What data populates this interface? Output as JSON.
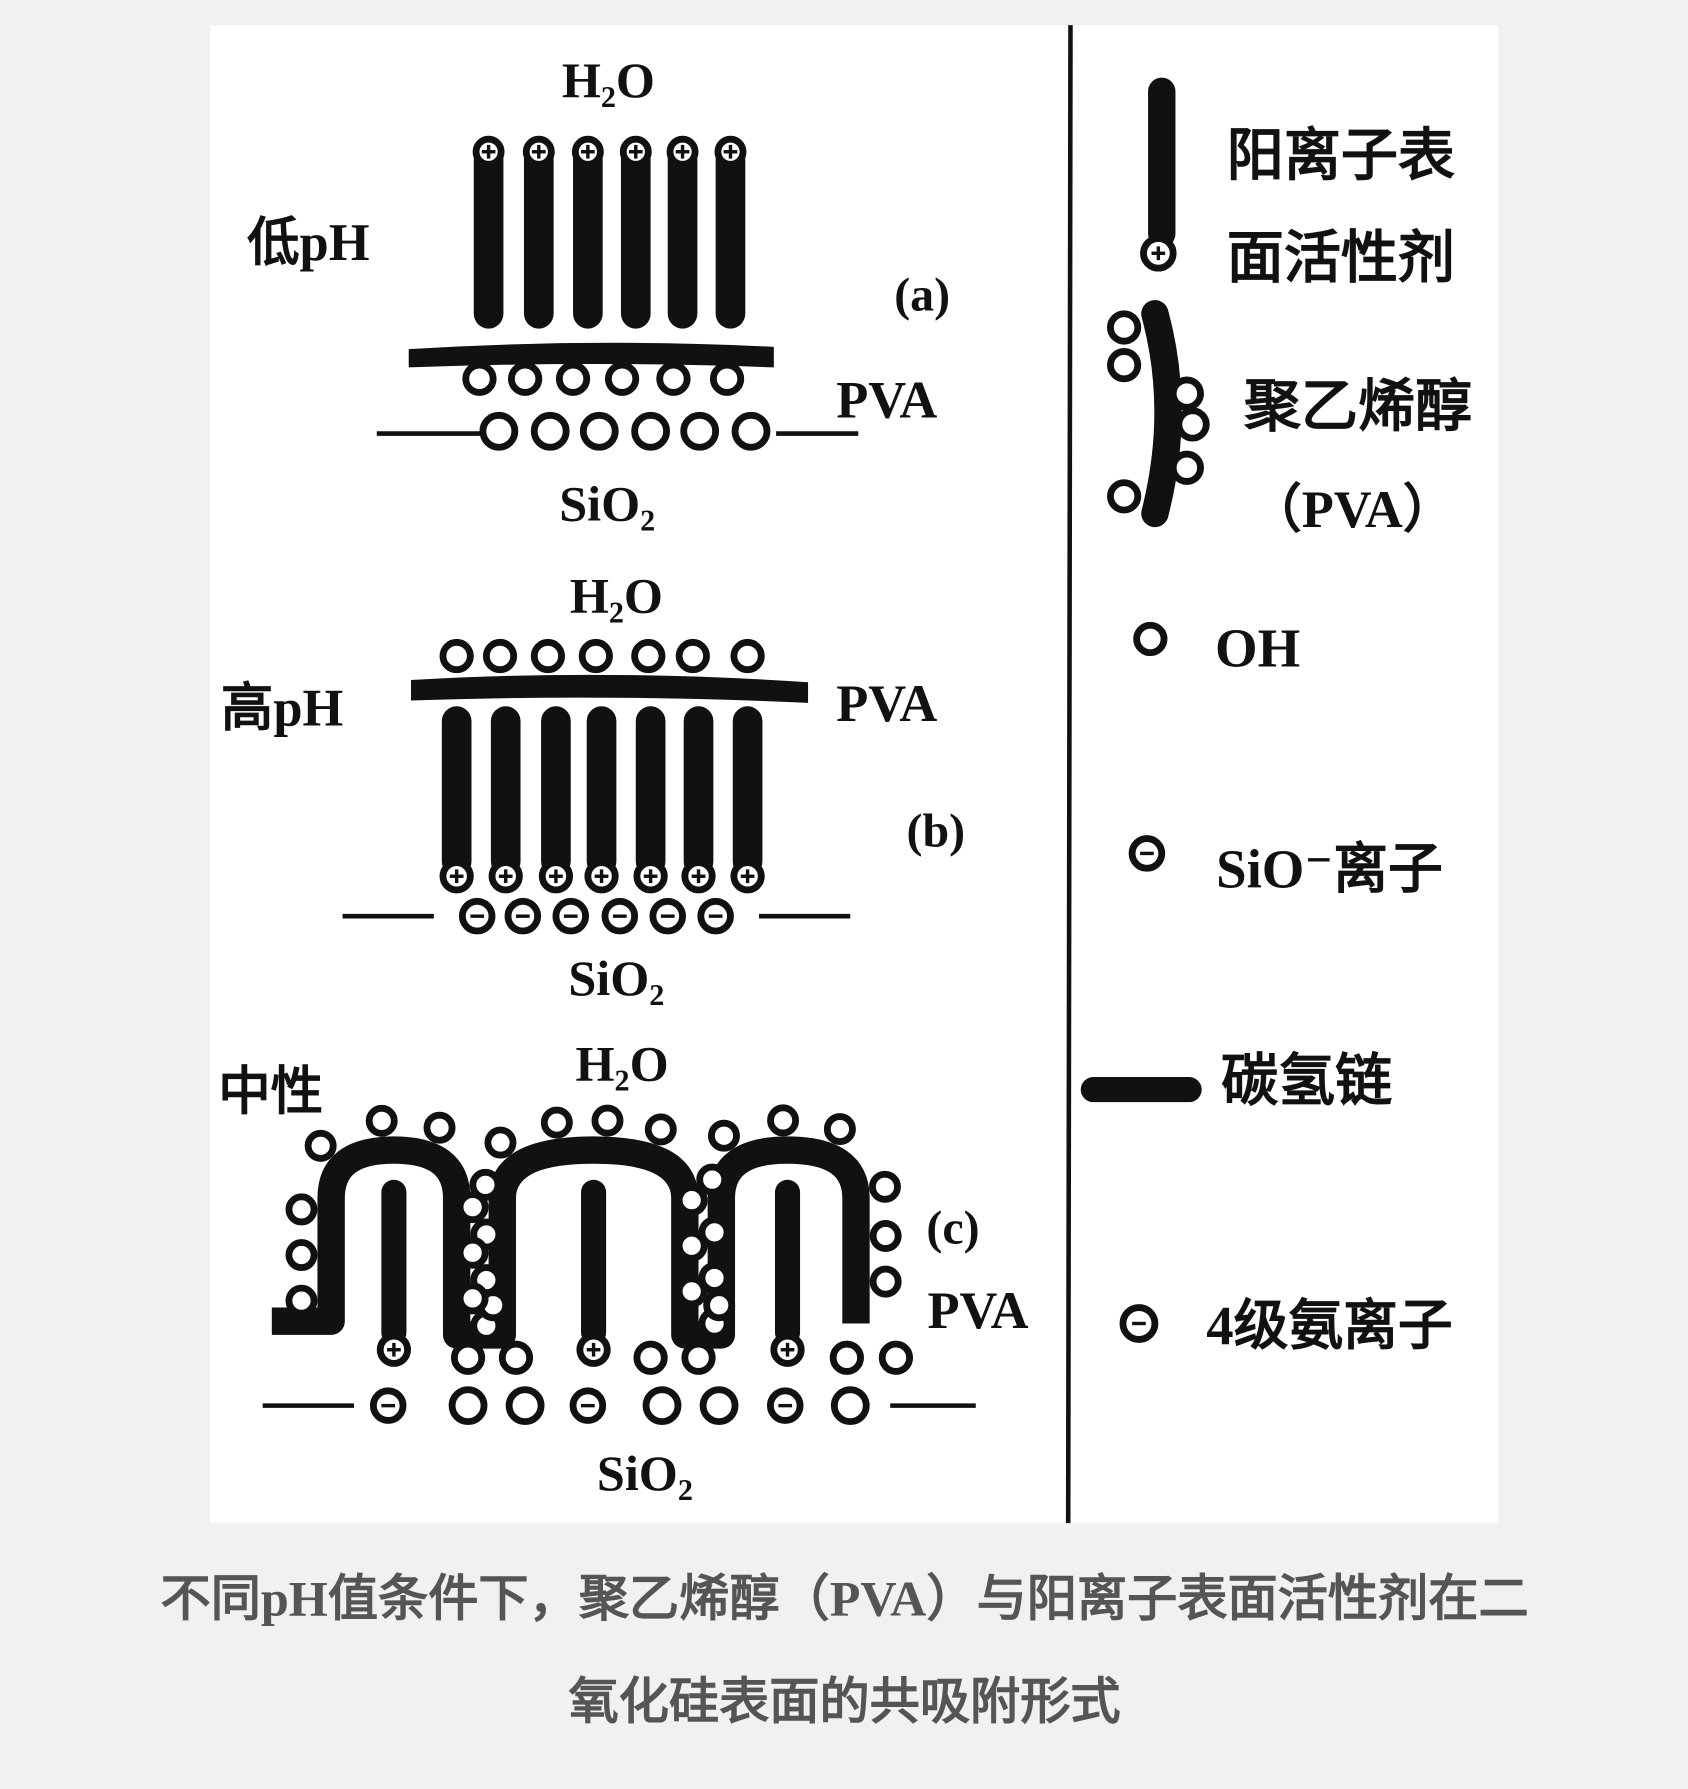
{
  "panel_a": {
    "condition": "低pH",
    "water": "H₂O",
    "tag": "(a)",
    "pva": "PVA",
    "substrate": "SiO₂"
  },
  "panel_b": {
    "condition": "高pH",
    "water": "H₂O",
    "tag": "(b)",
    "pva": "PVA",
    "substrate": "SiO₂"
  },
  "panel_c": {
    "condition": "中性",
    "water": "H₂O",
    "tag": "(c)",
    "pva": "PVA",
    "substrate": "SiO₂"
  },
  "legend": {
    "surfactant_line1": "阳离子表",
    "surfactant_line2": "面活性剂",
    "pva_line1": "聚乙烯醇",
    "pva_line2": "（PVA）",
    "oh": "OH",
    "sio": "SiO⁻离子",
    "chain": "碳氢链",
    "ammonium": "4级氨离子"
  },
  "caption": {
    "line1": "不同pH值条件下，聚乙烯醇（PVA）与阳离子表面活性剂在二",
    "line2": "氧化硅表面的共吸附形式"
  },
  "colors": {
    "background": "#f1f1f1",
    "panel": "#ffffff",
    "ink": "#111111",
    "caption": "#555555"
  }
}
